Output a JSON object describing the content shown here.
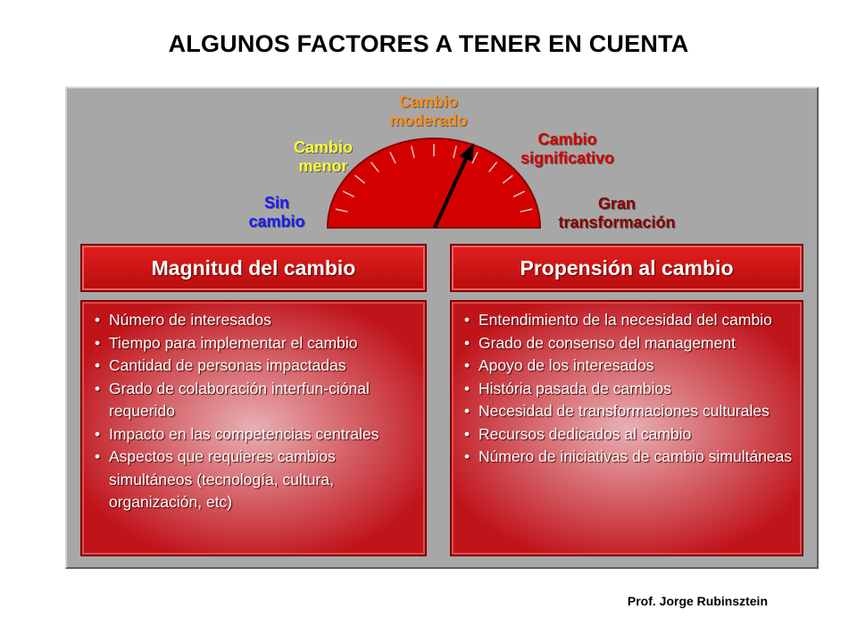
{
  "title": "ALGUNOS FACTORES A TENER EN CUENTA",
  "gauge": {
    "labels": [
      {
        "text": "Sin\ncambio",
        "color": "#1c1cff"
      },
      {
        "text": "Cambio\nmenor",
        "color": "#ffff33"
      },
      {
        "text": "Cambio\nmoderado",
        "color": "#ff8c1a"
      },
      {
        "text": "Cambio\nsignificativo",
        "color": "#d60000"
      },
      {
        "text": "Gran\ntransformación",
        "color": "#8b0000"
      }
    ],
    "needle_level": "Cambio moderado",
    "fill_color": "#d40000"
  },
  "magnitud": {
    "heading": "Magnitud del cambio",
    "items": [
      "Número de interesados",
      "Tiempo para implementar el cambio",
      "Cantidad de personas impactadas",
      "Grado de colaboración interfun-ciónal requerido",
      "Impacto en las competencias centrales",
      "Aspectos que requieres cambios simultáneos (tecnología, cultura, organización, etc)"
    ]
  },
  "propension": {
    "heading": "Propensión al cambio",
    "items": [
      "Entendimiento de la necesidad del cambio",
      "Grado de consenso del management",
      "Apoyo de los interesados",
      "História pasada de cambios",
      "Necesidad de transformaciones culturales",
      "Recursos dedicados al cambio",
      "Número de iniciativas de cambio simultáneas"
    ]
  },
  "footer": "Prof. Jorge Rubinsztein"
}
